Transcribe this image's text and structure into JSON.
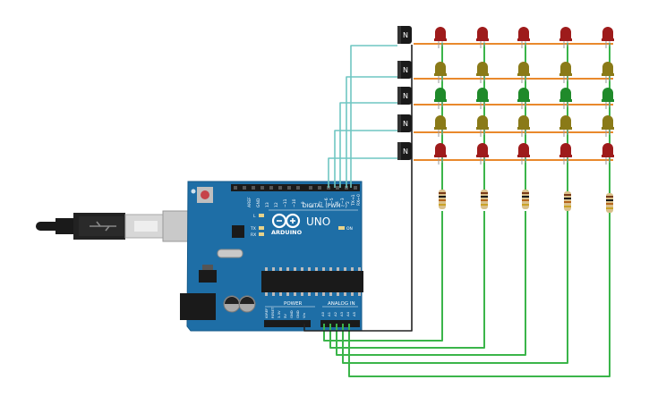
{
  "board": {
    "logo_text": "ARDUINO",
    "model": "UNO",
    "digital_header": "DIGITAL (PWM~)",
    "power_header": "POWER",
    "analog_header": "ANALOG IN",
    "on_label": "ON",
    "tx_label": "TX",
    "rx_label": "RX",
    "l_label": "L",
    "aref_label": "AREF",
    "gnd_label": "GND",
    "digital_pins": [
      "13",
      "12",
      "~11",
      "~10",
      "~9",
      "8",
      "7",
      "~6",
      "~5",
      "4",
      "~3",
      "2",
      "TX→1",
      "RX←0"
    ],
    "power_pins": [
      "IOREF",
      "RESET",
      "3.3V",
      "5V",
      "GND",
      "GND",
      "Vin"
    ],
    "analog_pins": [
      "A0",
      "A1",
      "A2",
      "A3",
      "A4",
      "A5"
    ]
  },
  "transistors": [
    {
      "label": "N"
    },
    {
      "label": "N"
    },
    {
      "label": "N"
    },
    {
      "label": "N"
    },
    {
      "label": "N"
    }
  ],
  "led_matrix": {
    "columns": 5,
    "rows": [
      {
        "color": "#9e1b1b"
      },
      {
        "color": "#8a7a18"
      },
      {
        "color": "#1f8a2a"
      },
      {
        "color": "#8a7a18"
      },
      {
        "color": "#9e1b1b"
      }
    ]
  },
  "colors": {
    "board": "#1e6ea6",
    "wire_cyan": "#6fc6c2",
    "wire_orange": "#e9892c",
    "wire_green": "#3bb54a",
    "wire_black": "#222222",
    "usb_metal": "#c8c8c8"
  }
}
